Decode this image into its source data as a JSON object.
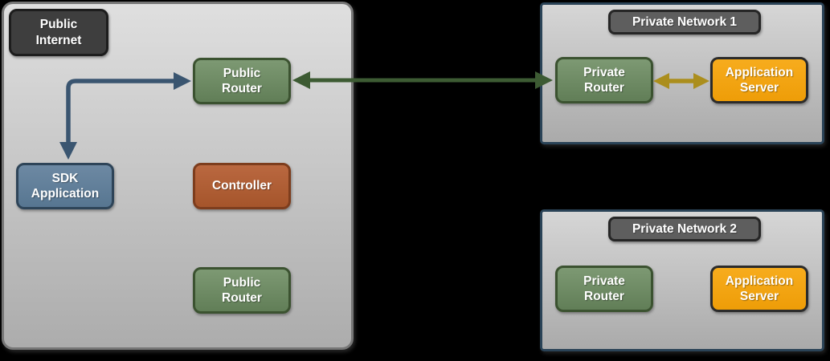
{
  "colors": {
    "background": "#000000",
    "public_zone_border": "#767676",
    "private_zone_border": "#2a4357",
    "router_green": "#6f8b66",
    "sdk_slate": "#62809b",
    "controller_rust": "#b15e35",
    "app_server_orange": "#f2a311",
    "label_badge_dark": "#3e3e3e",
    "network_badge_gray": "#5e5e5e",
    "arrow_navy": "#3a5570",
    "arrow_green": "#3d5b33",
    "arrow_yellow": "#ab8e1d"
  },
  "zones": {
    "public_internet": {
      "badge": "Public\nInternet",
      "nodes": {
        "public_router_top": {
          "label": "Public\nRouter"
        },
        "sdk_application": {
          "label": "SDK\nApplication"
        },
        "controller": {
          "label": "Controller"
        },
        "public_router_bottom": {
          "label": "Public\nRouter"
        }
      }
    },
    "private_network_1": {
      "badge": "Private Network 1",
      "nodes": {
        "private_router": {
          "label": "Private\nRouter"
        },
        "application_server": {
          "label": "Application\nServer"
        }
      }
    },
    "private_network_2": {
      "badge": "Private Network 2",
      "nodes": {
        "private_router": {
          "label": "Private\nRouter"
        },
        "application_server": {
          "label": "Application\nServer"
        }
      }
    }
  },
  "connections": [
    {
      "from": "sdk_application",
      "to": "public_router_top",
      "bidirectional": true,
      "color": "#3a5570"
    },
    {
      "from": "public_router_top",
      "to": "private_network_1.private_router",
      "bidirectional": true,
      "color": "#3d5b33"
    },
    {
      "from": "private_network_1.private_router",
      "to": "private_network_1.application_server",
      "bidirectional": true,
      "color": "#ab8e1d"
    }
  ]
}
